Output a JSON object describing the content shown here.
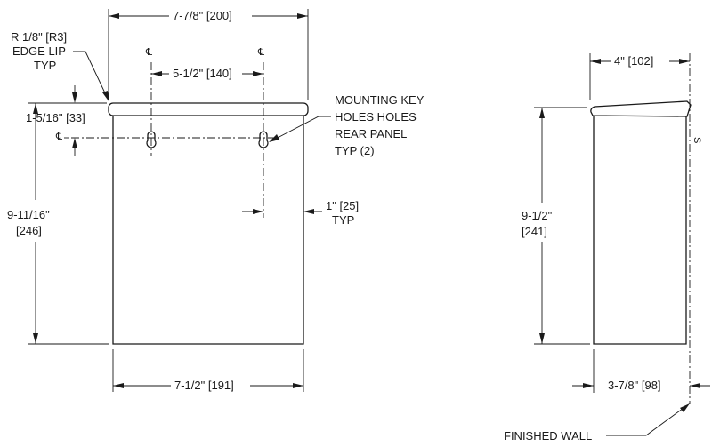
{
  "front_view": {
    "overall_width": "7-7/8\" [200]",
    "edge_lip_line1": "R 1/8\" [R3]",
    "edge_lip_line2": "EDGE LIP",
    "edge_lip_line3": "TYP",
    "centerline_symbol": "℄",
    "hole_spacing": "5-1/2\" [140]",
    "hole_drop": "1-5/16\" [33]",
    "mounting_note_line1": "MOUNTING KEY",
    "mounting_note_line2": "HOLES HOLES",
    "mounting_note_line3": "REAR PANEL",
    "mounting_note_line4": "TYP (2)",
    "edge_offset_line1": "1\" [25]",
    "edge_offset_line2": "TYP",
    "overall_height_line1": "9-11/16\"",
    "overall_height_line2": "[246]",
    "body_width": "7-1/2\" [191]"
  },
  "side_view": {
    "top_depth": "4\" [102]",
    "wall_symbol": "S",
    "height_line1": "9-1/2\"",
    "height_line2": "[241]",
    "bottom_depth": "3-7/8\" [98]",
    "finished_wall": "FINISHED WALL"
  }
}
